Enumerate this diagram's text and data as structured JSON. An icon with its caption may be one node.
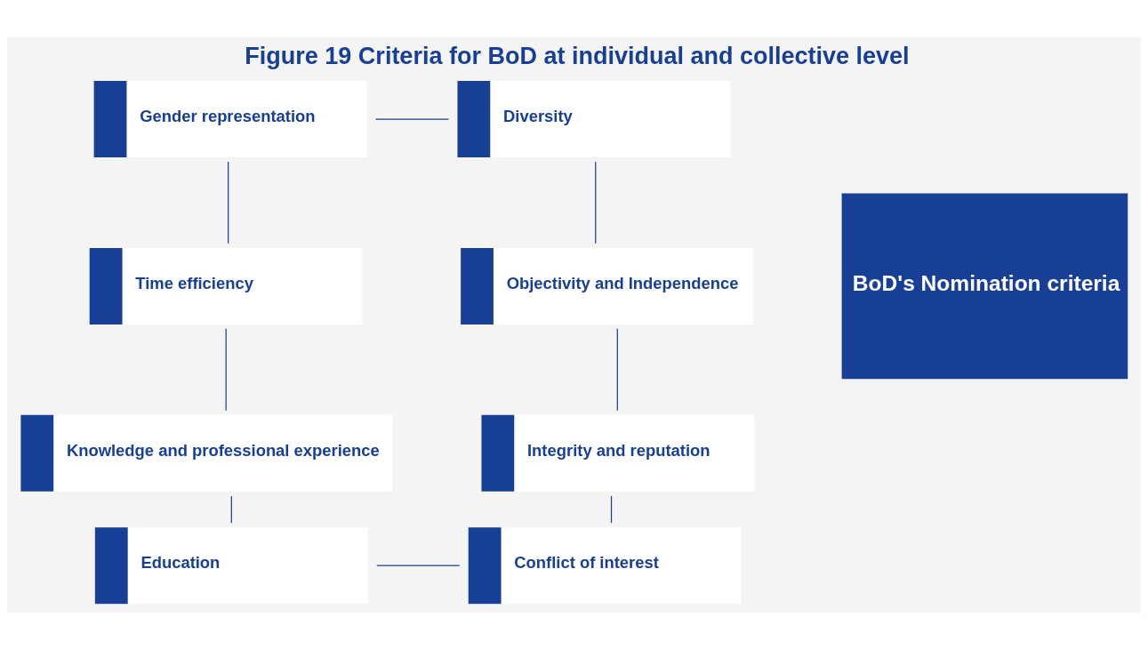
{
  "diagram": {
    "title": "Figure 19 Criteria for BoD at individual and collective level",
    "nodes": [
      {
        "text": [
          "Gender representation"
        ]
      },
      {
        "text": [
          "Diversity"
        ]
      },
      {
        "text": [
          "Time efficiency"
        ]
      },
      {
        "text": [
          "BoD's Nomination criteria"
        ]
      },
      {
        "text": [
          "Objectivity and Independence"
        ]
      },
      {
        "text": [
          "Knowledge and professional experience"
        ]
      },
      {
        "text": [
          "Integrity and reputation"
        ]
      },
      {
        "text": [
          "Education"
        ]
      },
      {
        "text": [
          "Conflict of interest"
        ]
      }
    ],
    "edges": [
      {
        "from": 0,
        "to": 1,
        "arrow": "none"
      },
      {
        "from": 1,
        "to": 4,
        "arrow": "none"
      },
      {
        "from": 4,
        "to": 6,
        "arrow": "none"
      },
      {
        "from": 6,
        "to": 8,
        "arrow": "none"
      },
      {
        "from": 7,
        "to": 8,
        "arrow": "none"
      },
      {
        "from": 5,
        "to": 7,
        "arrow": "none"
      },
      {
        "from": 2,
        "to": 5,
        "arrow": "none"
      },
      {
        "from": 0,
        "to": 2,
        "arrow": "none"
      }
    ]
  }
}
